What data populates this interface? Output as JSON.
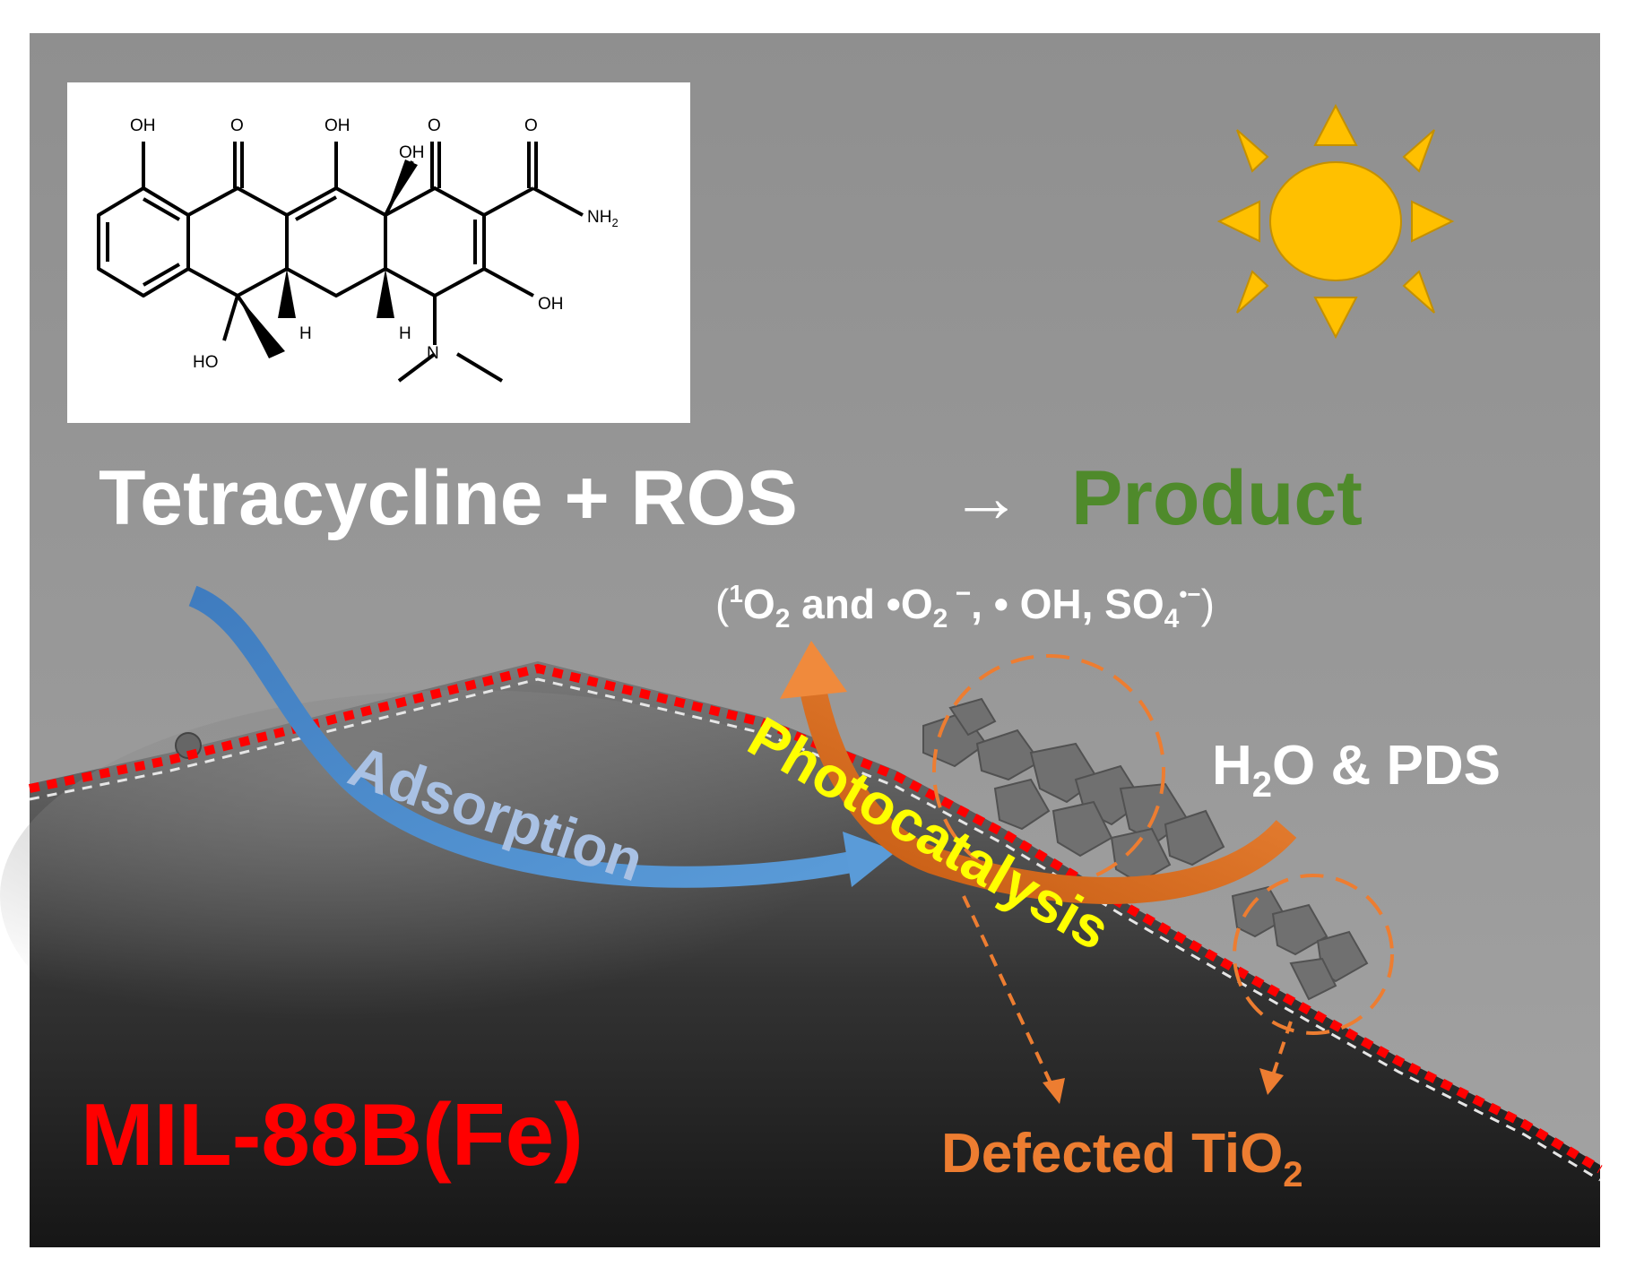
{
  "equation": {
    "reactant": "Tetracycline + ROS",
    "arrow": "→",
    "product": "Product",
    "ros_paren_open": "(",
    "ros_paren_close": ")",
    "ros_singlet_sup": "1",
    "ros_o2": "O",
    "ros_o2_sub": "2",
    "ros_and": " and •O",
    "ros_superoxide_sub": "2",
    "ros_superoxide_sup": " −",
    "ros_oh": ", • OH, SO",
    "ros_so4_sub": "4",
    "ros_so4_sup": "•−"
  },
  "structure": {
    "atoms": {
      "oh_1": "OH",
      "o_1": "O",
      "oh_2": "OH",
      "oh_3": "OH",
      "o_2": "O",
      "o_3": "O",
      "nh2": "NH",
      "nh2_sub": "2",
      "oh_4": "OH",
      "ho": "HO",
      "h_1": "H",
      "h_2": "H",
      "n": "N"
    }
  },
  "labels": {
    "adsorption": "Adsorption",
    "photocatalysis": "Photocatalysis",
    "h2o_pds_h": "H",
    "h2o_pds_sub": "2",
    "h2o_pds_rest": "O & PDS",
    "material": "MIL-88B(Fe)",
    "defected_tio2": "Defected TiO",
    "defected_tio2_sub": "2"
  },
  "colors": {
    "reactant_text": "#ffffff",
    "product_text": "#4f8a2b",
    "material_text": "#ff0000",
    "photocatalysis_text": "#ffff00",
    "adsorption_text": "#a9c1e4",
    "defected_text": "#ed7d31",
    "sun": "#ffc000",
    "boundary_dots": "#ff0000",
    "adsorption_arrow": "#4d87c9",
    "photocatalysis_arrow": "#ed7d31"
  },
  "icons": {
    "sun": "sun-icon"
  }
}
